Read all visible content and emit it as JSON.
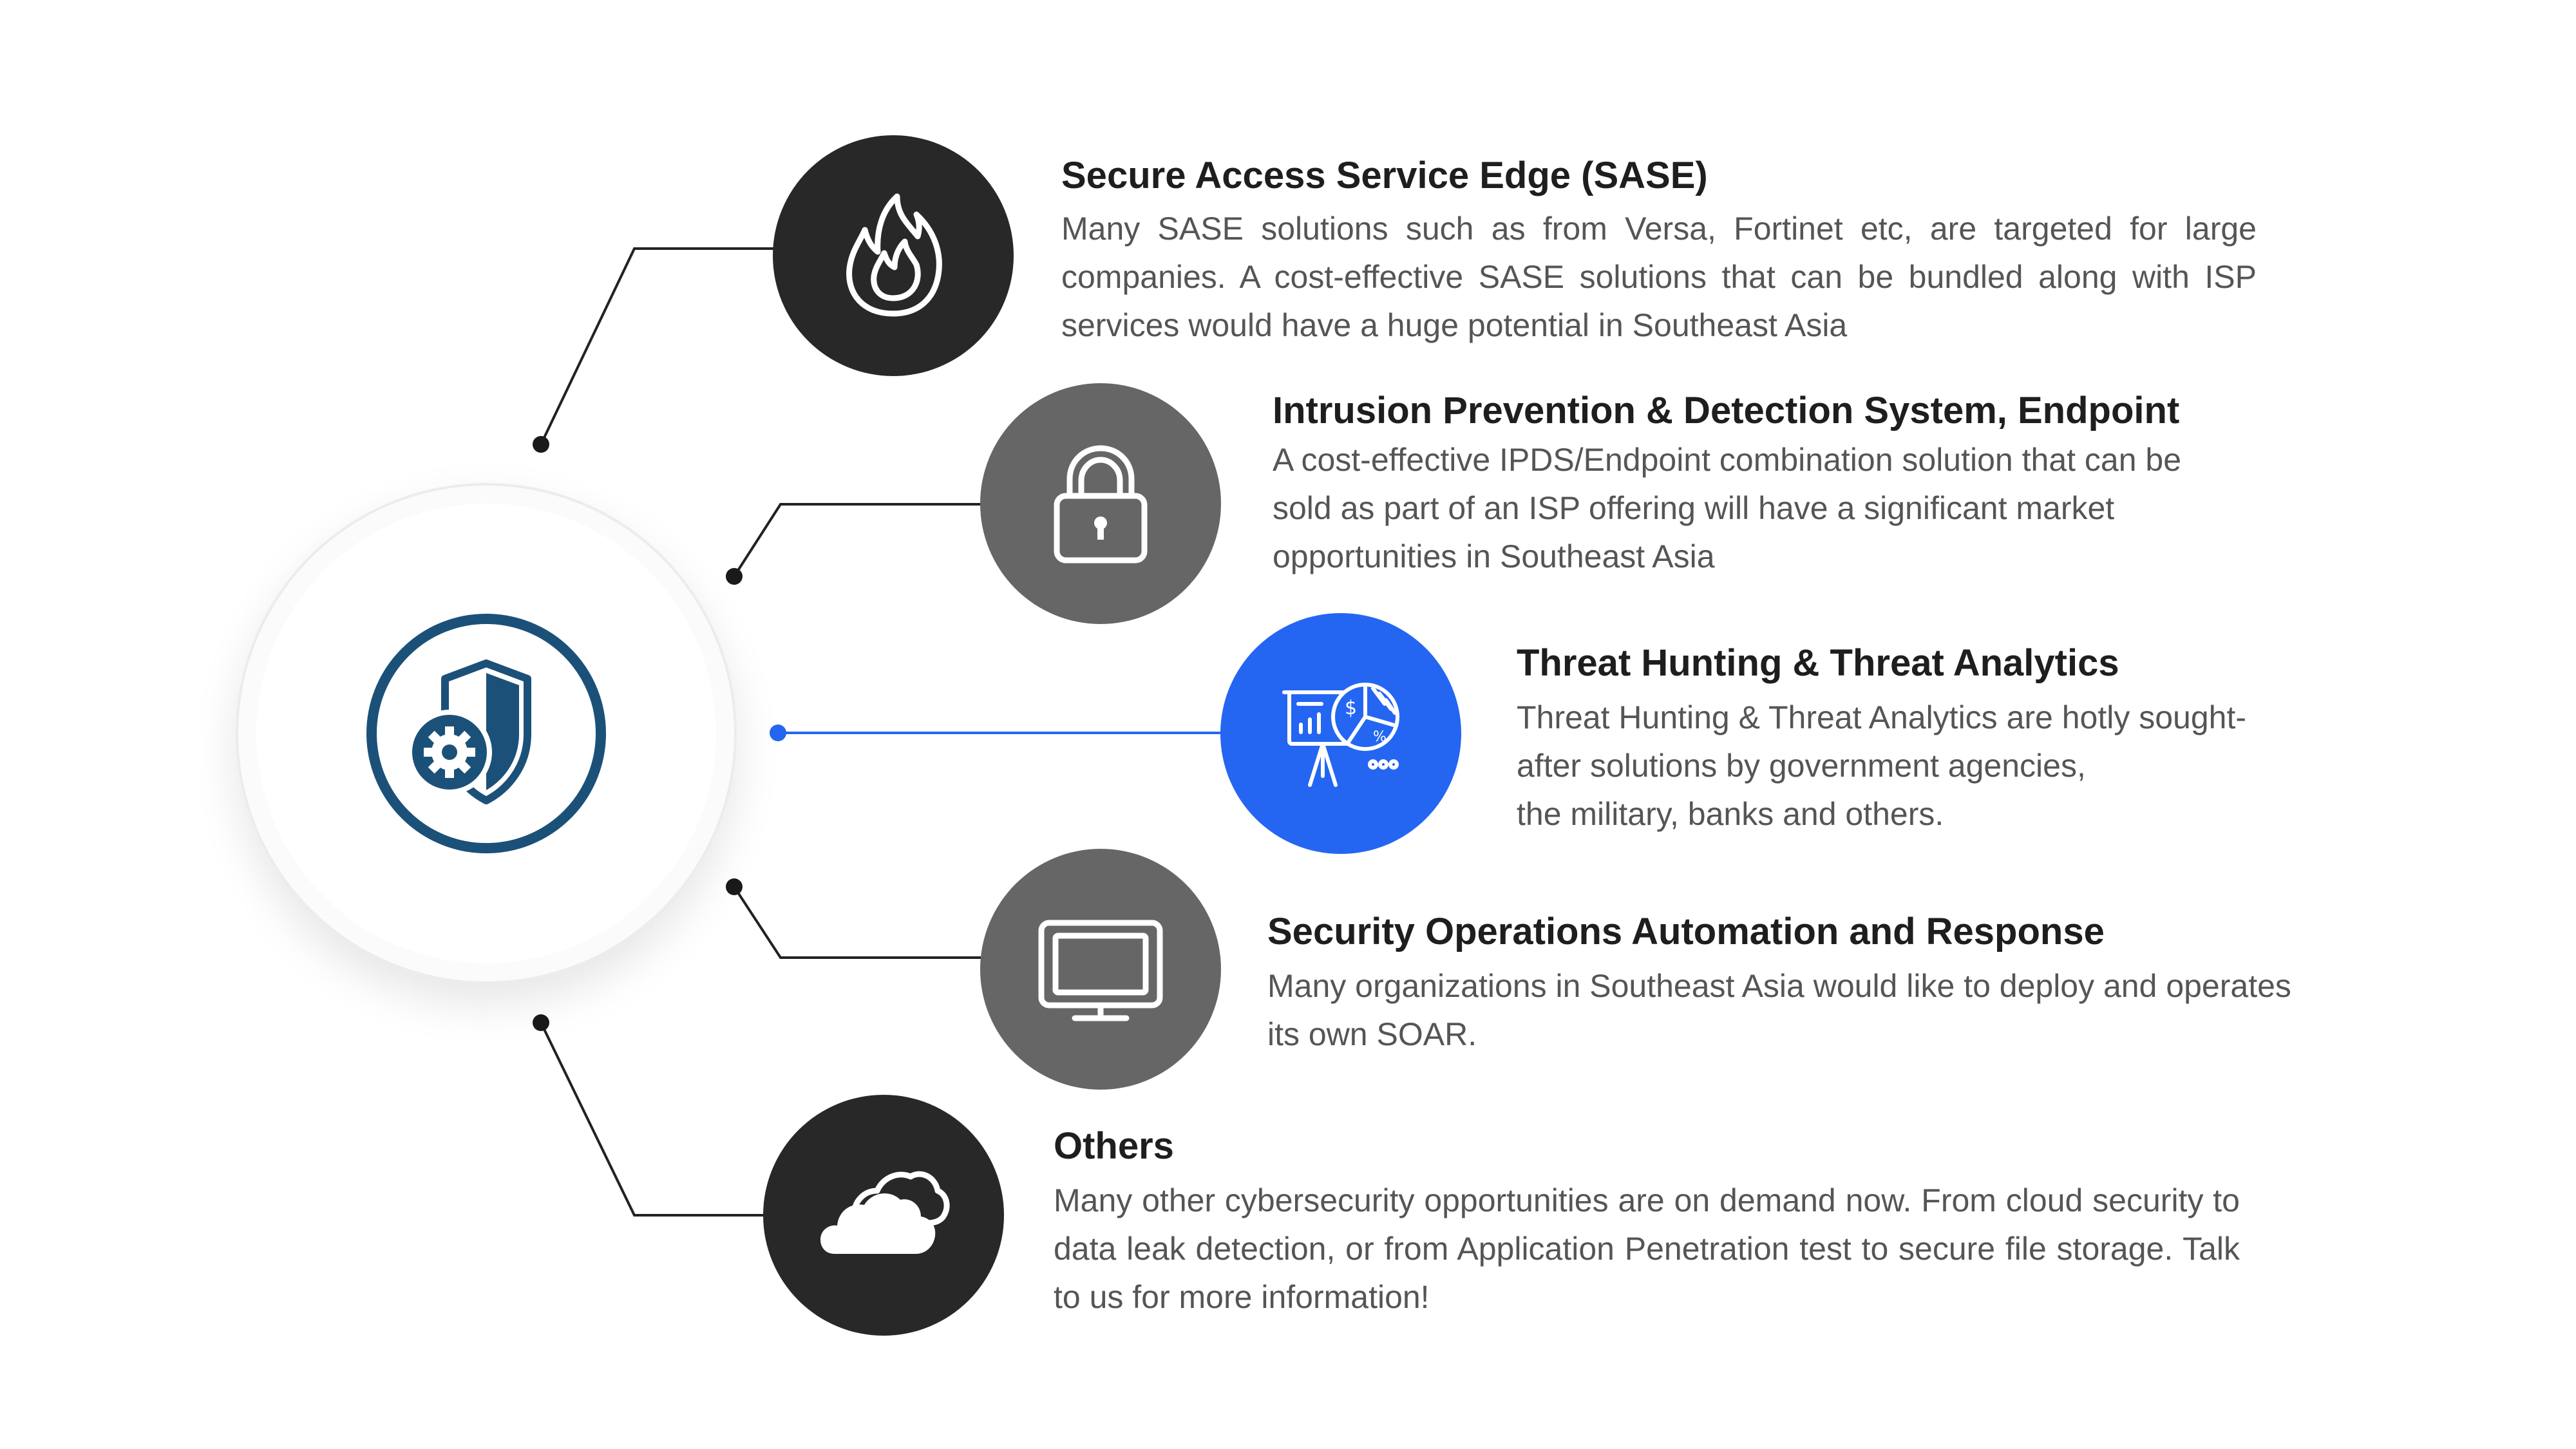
{
  "hub": {
    "icon": "shield-gear-icon",
    "color": "#1b5179"
  },
  "colors": {
    "dark": "#282828",
    "gray": "#666666",
    "accent": "#2466f2",
    "title": "#1e1e1e",
    "body": "#555555"
  },
  "items": [
    {
      "icon": "flame-icon",
      "title": "Secure Access Service Edge (SASE)",
      "body": "Many SASE solutions such as from Versa, Fortinet etc, are targeted for large companies. A cost-effective SASE solutions that can be bundled along with ISP services would have a huge potential in Southeast Asia"
    },
    {
      "icon": "padlock-icon",
      "title": "Intrusion Prevention & Detection System, Endpoint",
      "body": "A cost-effective IPDS/Endpoint combination solution that can be\nsold as part of an ISP offering will have a significant market\nopportunities in Southeast Asia"
    },
    {
      "icon": "analytics-presentation-icon",
      "title": "Threat Hunting & Threat Analytics",
      "body": "Threat Hunting & Threat Analytics are hotly sought-\nafter solutions by government agencies,\nthe military, banks and others."
    },
    {
      "icon": "monitor-icon",
      "title": "Security Operations Automation and Response",
      "body": "Many organizations in Southeast Asia would like to deploy and operates\nits own SOAR."
    },
    {
      "icon": "clouds-icon",
      "title": "Others",
      "body": "Many other cybersecurity opportunities are on demand now. From cloud security to data leak detection, or from Application Penetration test to secure file storage.  Talk to us for more information!"
    }
  ]
}
